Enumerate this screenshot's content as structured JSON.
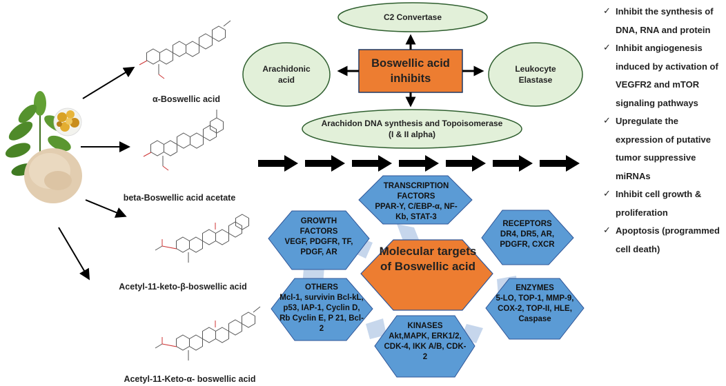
{
  "compounds": [
    {
      "name": "α-Boswellic acid"
    },
    {
      "name": "beta-Boswellic acid acetate"
    },
    {
      "name": "Acetyl-11-keto-β-boswellic acid"
    },
    {
      "name": "Acetyl-11-Keto-α- boswellic acid"
    }
  ],
  "inhibits": {
    "center": "Boswellic acid inhibits",
    "top": "C2 Convertase",
    "left": "Arachidonic acid",
    "right": "Leukocyte Elastase",
    "bottom": "Arachidon DNA synthesis and Topoisomerase (I & II alpha)"
  },
  "targets": {
    "center": "Molecular targets of Boswellic acid",
    "transcription": {
      "title": "TRANSCRIPTION FACTORS",
      "items": "PPAR-Υ, C/EBP-α, NF-Kb, STAT-3"
    },
    "growth": {
      "title": "GROWTH FACTORS",
      "items": "VEGF, PDGFR, TF, PDGF, AR"
    },
    "receptors": {
      "title": "RECEPTORS",
      "items": "DR4, DR5, AR, PDGFR, CXCR"
    },
    "others": {
      "title": "OTHERS",
      "items": "Mcl-1, survivin Bcl-kL, p53, IAP-1, Cyclin D, Rb Cyclin E, P 21, Bcl-2"
    },
    "enzymes": {
      "title": "ENZYMES",
      "items": "5-LO, TOP-1, MMP-9, COX-2, TOP-II, HLE, Caspase"
    },
    "kinases": {
      "title": "KINASES",
      "items": "Akt,MAPK, ERK1/2, CDK-4, IKK A/B, CDK-2"
    }
  },
  "effects": [
    "Inhibit the synthesis of DNA, RNA and protein",
    "Inhibit angiogenesis induced by activation of VEGFR2 and mTOR signaling pathways",
    "Upregulate the expression of putative tumor suppressive miRNAs",
    "Inhibit cell growth & proliferation",
    "Apoptosis (programmed cell death)"
  ],
  "colors": {
    "orange": "#ED7D31",
    "blue": "#5B9BD5",
    "pale_green": "#E2F0D9",
    "ellipse_border": "#2E5E2E",
    "connector": "#BDD0E9"
  },
  "icons": [
    "check-icon",
    "arrow-right-icon",
    "molecule-structure-icon",
    "leaf-icon",
    "resin-icon",
    "powder-icon"
  ]
}
